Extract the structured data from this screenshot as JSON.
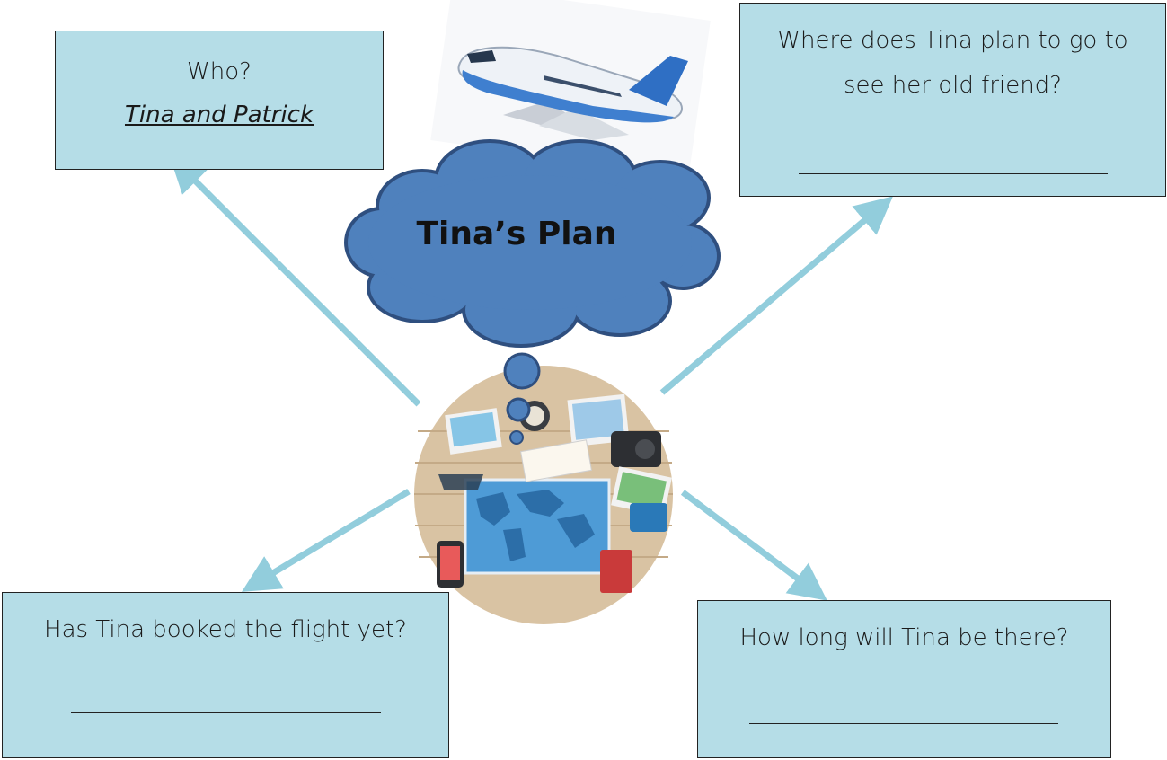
{
  "title": "Tina’s Plan",
  "boxes": {
    "who": {
      "question": "Who?",
      "answer": "Tina and Patrick"
    },
    "where": {
      "line1": "Where does Tina plan to go to",
      "line2": "see her old friend?",
      "answer": ""
    },
    "booked": {
      "question": "Has Tina booked the flight yet?",
      "answer": ""
    },
    "howlong": {
      "question": "How long will Tina be there?",
      "answer": ""
    }
  },
  "colors": {
    "box_fill": "#b5dde7",
    "cloud_fill": "#4f81bd",
    "cloud_stroke": "#2f4f7f",
    "arrow": "#92cddc"
  },
  "images": [
    "airplane",
    "travel-planning-desk"
  ]
}
